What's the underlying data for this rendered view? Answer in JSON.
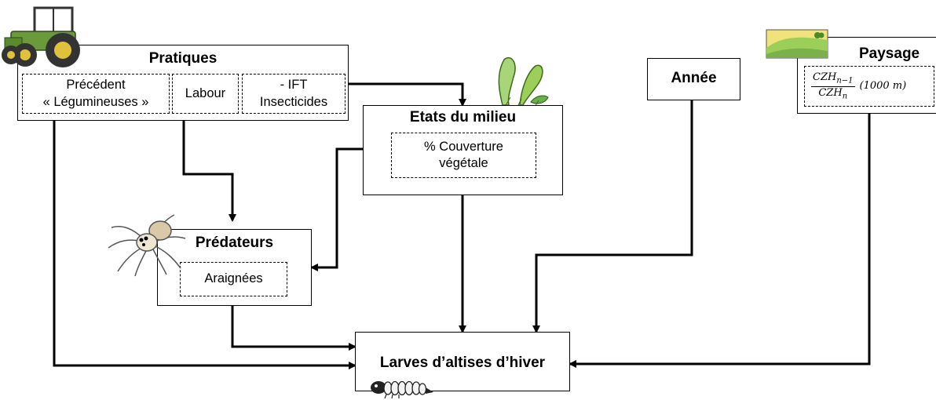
{
  "pratiques": {
    "title": "Pratiques",
    "precedent_line1": "Précédent",
    "precedent_line2": "« Légumineuses »",
    "labour": "Labour",
    "ift_line1": "- IFT",
    "ift_line2": "Insecticides"
  },
  "milieu": {
    "title": "Etats du milieu",
    "couverture_line1": "% Couverture",
    "couverture_line2": "végétale"
  },
  "annee": {
    "title": "Année"
  },
  "paysage": {
    "title": "Paysage",
    "numerator": "CZH",
    "numerator_sub": "n−1",
    "denominator": "CZH",
    "denominator_sub": "n",
    "distance": "(1000 m)"
  },
  "predateurs": {
    "title": "Prédateurs",
    "araignees": "Araignées"
  },
  "larves": {
    "title": "Larves d’altises d’hiver"
  },
  "colors": {
    "tractor": "#6a9a3a",
    "tractor_wheel": "#e0c23a",
    "plant": "#8cc05a",
    "field": "#f2e27a",
    "hill": "#9bcf5a"
  }
}
